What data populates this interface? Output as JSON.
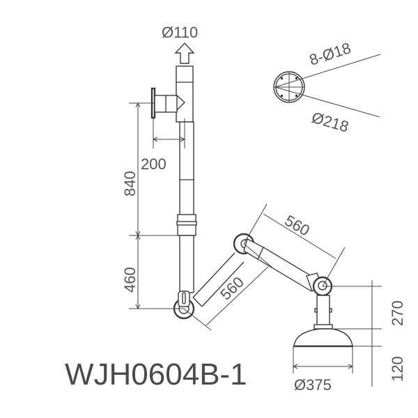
{
  "title": "WJH0604B-1",
  "colors": {
    "line": "#333333",
    "text": "#555555",
    "model": "#4a4a4a",
    "background": "#ffffff"
  },
  "dimensions": {
    "outlet_diameter": "Ø110",
    "wall_offset": "200",
    "upper_height": "840",
    "lower_height": "460",
    "arm1_length": "560",
    "arm2_length": "560",
    "hood_drop": "270",
    "hood_height": "120",
    "hood_diameter": "Ø375"
  },
  "flange_detail": {
    "bolt_holes": "8-Ø18",
    "flange_diameter": "Ø218"
  },
  "icons": {
    "airflow": "arrow-up-icon"
  }
}
